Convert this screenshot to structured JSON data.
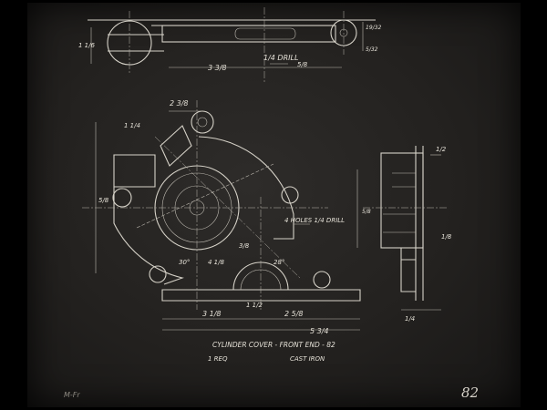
{
  "drawing": {
    "title_line1": "CYLINDER COVER - FRONT END - 82",
    "title_line2_left": "1 REQ",
    "title_line2_right": "CAST IRON",
    "note_drill_top": "1/4 DRILL",
    "note_holes_drill": "4 HOLES 1/4 DRILL",
    "sheet_number": "82",
    "corner_mark": "M-Fr"
  },
  "dimensions": {
    "top_view_left": "1 1/6",
    "top_view_bottom": "3 3/8",
    "top_view_bottom_right": "5/8",
    "top_view_right_a": "19/32",
    "top_view_right_b": "5/32",
    "front_top_a": "2 3/8",
    "front_left_a": "1 1/4",
    "front_left_b": "5/8",
    "front_arc_a": "4 1/8",
    "front_arc_b": "3/8",
    "front_angle_a": "30°",
    "front_angle_b": "28°",
    "bottom_a": "3 1/8",
    "bottom_b": "2 5/8",
    "bottom_overall": "5 3/4",
    "bottom_mid": "1 1/2",
    "side_top": "1/2",
    "side_right": "1/8",
    "side_bottom": "1/4",
    "side_inner": "5/8"
  },
  "colors": {
    "background_frame": "#000000",
    "paper": "#23211f",
    "linework": "#d6d2c8"
  }
}
